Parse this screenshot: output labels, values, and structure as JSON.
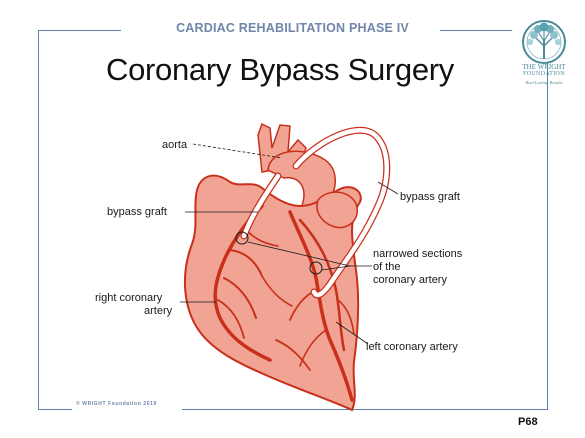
{
  "slide": {
    "header": "CARDIAC REHABILITATION PHASE IV",
    "title": "Coronary Bypass Surgery",
    "copyright": "© WRIGHT Foundation 2019",
    "page_number": "P68"
  },
  "logo": {
    "icon": "tree-of-life-icon",
    "name_line1": "THE WRIGHT",
    "name_line2": "FOUNDATION",
    "tagline": "Real Lasting Results"
  },
  "diagram": {
    "labels": {
      "aorta": "aorta",
      "bypass_graft_left": "bypass graft",
      "bypass_graft_right": "bypass graft",
      "narrowed_1": "narrowed sections",
      "narrowed_2": "of the",
      "narrowed_3": "coronary artery",
      "right_coronary_1": "right coronary",
      "right_coronary_2": "artery",
      "left_coronary": "left coronary artery"
    },
    "colors": {
      "heart_fill": "#f2a494",
      "heart_outline": "#c8301c",
      "artery": "#c8301c",
      "graft": "#ffffff",
      "frame": "#5f7fa8",
      "logo": "#4a8c9a"
    }
  }
}
